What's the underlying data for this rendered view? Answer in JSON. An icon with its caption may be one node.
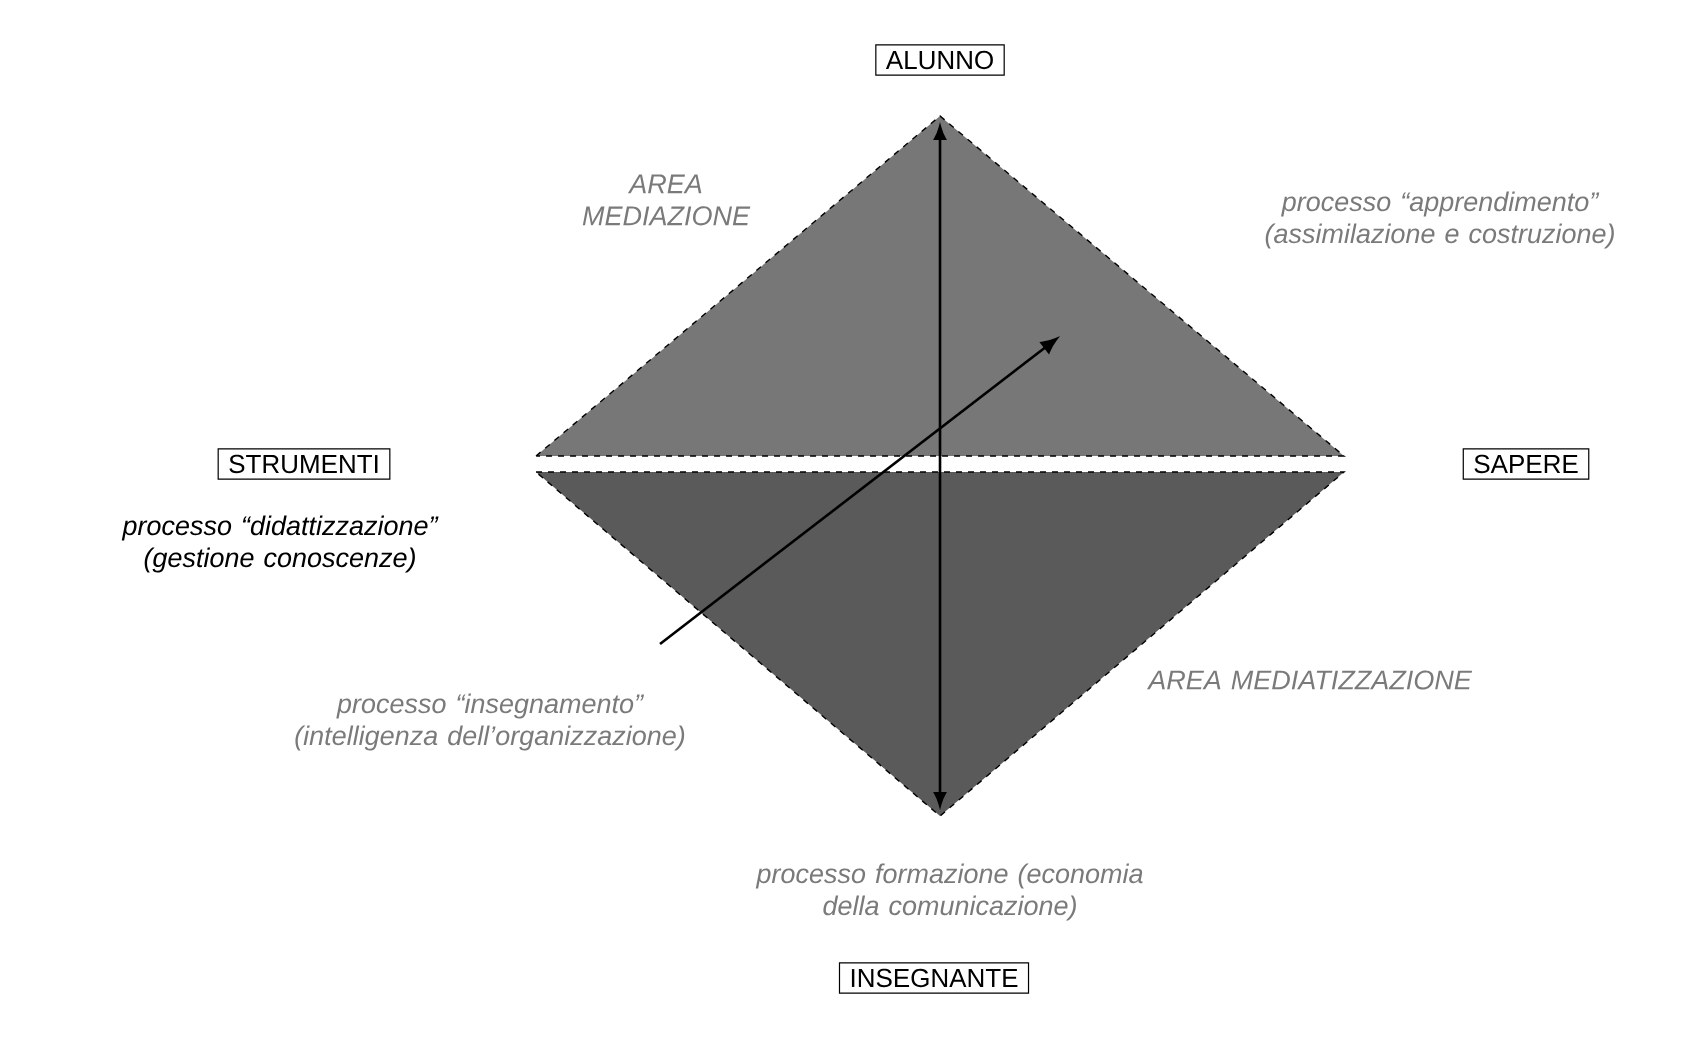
{
  "diagram": {
    "nodes": [
      {
        "text": [
          "ALUNNO"
        ]
      },
      {
        "text": [
          "STRUMENTI"
        ]
      },
      {
        "text": [
          "SAPERE"
        ]
      },
      {
        "text": [
          "INSEGNANTE"
        ]
      }
    ],
    "labels": [
      "AREA MEDIAZIONE",
      "processo “apprendimento” (assimilazione e costruzione)",
      "processo “didattizzazione” (gestione conoscenze)",
      "processo “insegnamento” (intelligenza dell’organizzazione)",
      "AREA MEDIATIZZAZIONE",
      "processo formazione (economia della comunicazione)"
    ]
  }
}
